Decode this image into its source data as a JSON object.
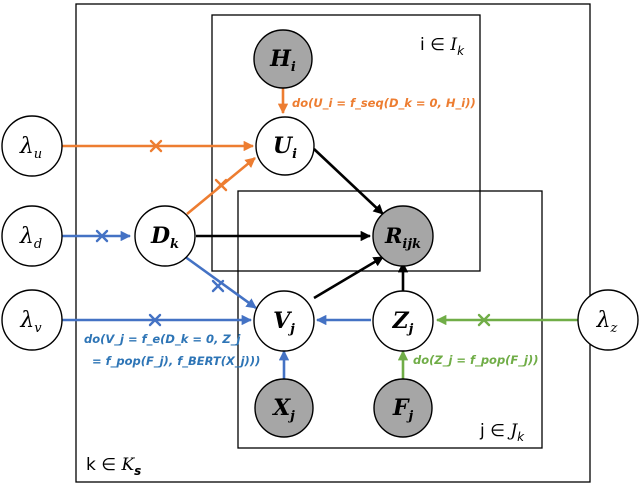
{
  "plates": {
    "outer_label": {
      "main": "k ∈ ",
      "var": "K",
      "sub": "s"
    },
    "user_label": {
      "main": "i ∈ ",
      "var": "I",
      "sub": "k"
    },
    "item_label": {
      "main": "j ∈ ",
      "var": "J",
      "sub": "k"
    }
  },
  "nodes": {
    "H": {
      "main": "H",
      "sub": "i"
    },
    "U": {
      "main": "U",
      "sub": "i"
    },
    "D": {
      "main": "D",
      "sub": "k"
    },
    "R": {
      "main": "R",
      "sub": "ijk"
    },
    "V": {
      "main": "V",
      "sub": "j"
    },
    "Z": {
      "main": "Z",
      "sub": "j"
    },
    "X": {
      "main": "X",
      "sub": "j"
    },
    "F": {
      "main": "F",
      "sub": "j"
    },
    "lambda_u": {
      "main": "λ",
      "sub": "u"
    },
    "lambda_d": {
      "main": "λ",
      "sub": "d"
    },
    "lambda_v": {
      "main": "λ",
      "sub": "v"
    },
    "lambda_z": {
      "main": "λ",
      "sub": "z"
    }
  },
  "interventions": {
    "do_U": "do(U_i = f_seq(D_k = 0, H_i))",
    "do_V_line1": "do(V_j = f_e(D_k = 0, Z_j",
    "do_V_line2": "= f_pop(F_j), f_BERT(X_j)))",
    "do_Z": "do(Z_j = f_pop(F_j))"
  },
  "colors": {
    "orange": "#ED7D31",
    "blue": "#4472C4",
    "blue_text": "#2E75B6",
    "green": "#70AD47",
    "black": "#000000",
    "observed_fill": "#A6A6A6",
    "latent_fill": "#FFFFFF"
  }
}
